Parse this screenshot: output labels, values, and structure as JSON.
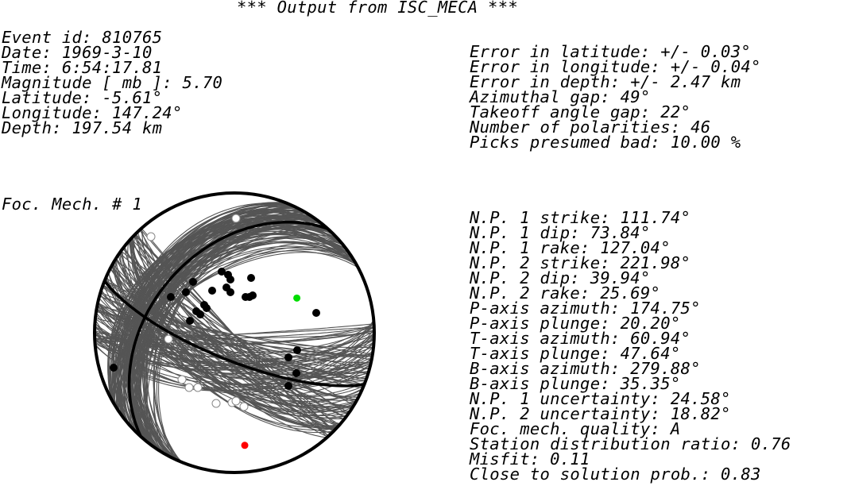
{
  "header": {
    "title": "*** Output from ISC_MECA ***"
  },
  "event": [
    "Event id: 810765",
    "Date: 1969-3-10",
    "Time: 6:54:17.81",
    "Magnitude [ mb ]: 5.70",
    "Latitude: -5.61°",
    "Longitude: 147.24°",
    "Depth: 197.54 km"
  ],
  "errors": [
    "Error in latitude: +/- 0.03°",
    "Error in longitude: +/- 0.04°",
    "Error in depth: +/- 2.47 km",
    "Azimuthal gap: 49°",
    "Takeoff angle gap: 22°",
    "Number of polarities: 46",
    "Picks presumed bad: 10.00 %"
  ],
  "mechanism": {
    "label": "Foc. Mech. # 1",
    "lines": [
      "N.P. 1 strike: 111.74°",
      "N.P. 1 dip: 73.84°",
      "N.P. 1 rake: 127.04°",
      "N.P. 2 strike: 221.98°",
      "N.P. 2 dip: 39.94°",
      "N.P. 2 rake: 25.69°",
      "P-axis azimuth: 174.75°",
      "P-axis plunge: 20.20°",
      "T-axis azimuth: 60.94°",
      "T-axis plunge: 47.64°",
      "B-axis azimuth: 279.88°",
      "B-axis plunge: 35.35°",
      "N.P. 1 uncertainty: 24.58°",
      "N.P. 2 uncertainty: 18.82°",
      "Foc. mech. quality: A",
      "Station distribution ratio: 0.76",
      "Misfit: 0.11",
      "Close to solution prob.: 0.83"
    ]
  },
  "colors": {
    "outline": "#000000",
    "uncertainty_planes": "#555555",
    "compression": "#000000",
    "dilatation": "#ffffff",
    "p_axis": "#ff0000",
    "t_axis": "#00dd00"
  }
}
